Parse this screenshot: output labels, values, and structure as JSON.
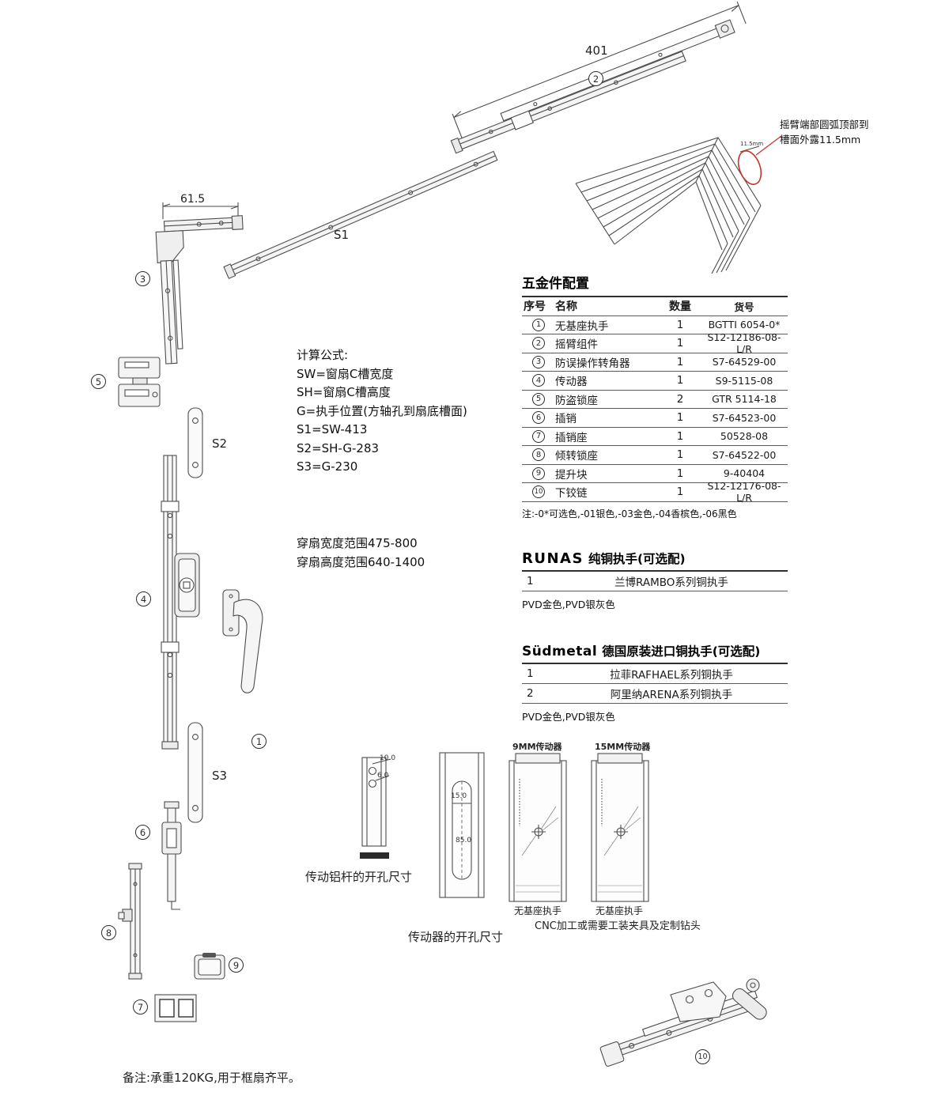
{
  "markers": {
    "p1": "1",
    "p2": "2",
    "p3": "3",
    "p4": "4",
    "p5": "5",
    "p6": "6",
    "p7": "7",
    "p8": "8",
    "p9": "9",
    "p10": "10"
  },
  "dims": {
    "top_arm": "401",
    "corner": "61.5",
    "s1": "S1",
    "s2": "S2",
    "s3": "S3",
    "arm_exposed": "11.5mm",
    "rod_w": "10.0",
    "rod_s": "6.0",
    "drv_w": "15.0",
    "drv_h": "85.0"
  },
  "callout": {
    "arm_note": "摇臂端部圆弧顶部到\n槽面外露11.5mm"
  },
  "formulas": {
    "title": "计算公式:",
    "lines": [
      "SW=窗扇C槽宽度",
      "SH=窗扇C槽高度",
      "G=执手位置(方轴孔到扇底槽面)",
      "S1=SW-413",
      "S2=SH-G-283",
      "S3=G-230"
    ],
    "range_width": "穿扇宽度范围475-800",
    "range_height": "穿扇高度范围640-1400"
  },
  "hardware_table": {
    "title": "五金件配置",
    "headers": [
      "序号",
      "名称",
      "数量",
      "货号"
    ],
    "rows": [
      [
        "1",
        "无基座执手",
        "1",
        "BGTTI 6054-0*"
      ],
      [
        "2",
        "摇臂组件",
        "1",
        "S12-12186-08-L/R"
      ],
      [
        "3",
        "防误操作转角器",
        "1",
        "S7-64529-00"
      ],
      [
        "4",
        "传动器",
        "1",
        "S9-5115-08"
      ],
      [
        "5",
        "防盗锁座",
        "2",
        "GTR 5114-18"
      ],
      [
        "6",
        "插销",
        "1",
        "S7-64523-00"
      ],
      [
        "7",
        "插销座",
        "1",
        "50528-08"
      ],
      [
        "8",
        "倾转锁座",
        "1",
        "S7-64522-00"
      ],
      [
        "9",
        "提升块",
        "1",
        "9-40404"
      ],
      [
        "10",
        "下铰链",
        "1",
        "S12-12176-08-L/R"
      ]
    ],
    "note": "注:-0*可选色,-01银色,-03金色,-04香槟色,-06黑色"
  },
  "runas": {
    "brand": "RUNAS",
    "title": "纯铜执手(可选配)",
    "rows": [
      [
        "1",
        "兰博RAMBO系列铜执手"
      ]
    ],
    "note": "PVD金色,PVD银灰色"
  },
  "sudmetal": {
    "brand": "Südmetal",
    "title": "德国原装进口铜执手(可选配)",
    "rows": [
      [
        "1",
        "拉菲RAFHAEL系列铜执手"
      ],
      [
        "2",
        "阿里纳ARENA系列铜执手"
      ]
    ],
    "note": "PVD金色,PVD银灰色"
  },
  "drilling": {
    "rod_label": "传动铝杆的开孔尺寸",
    "driver_label": "传动器的开孔尺寸",
    "driver_9mm": "9MM传动器",
    "driver_15mm": "15MM传动器",
    "handle_a": "无基座执手",
    "handle_b": "无基座执手",
    "cnc_note": "CNC加工或需要工装夹具及定制钻头"
  },
  "footer": {
    "note": "备注:承重120KG,用于框扇齐平。"
  },
  "colors": {
    "accent_red": "#c2342c",
    "line": "#4d4d4d"
  }
}
